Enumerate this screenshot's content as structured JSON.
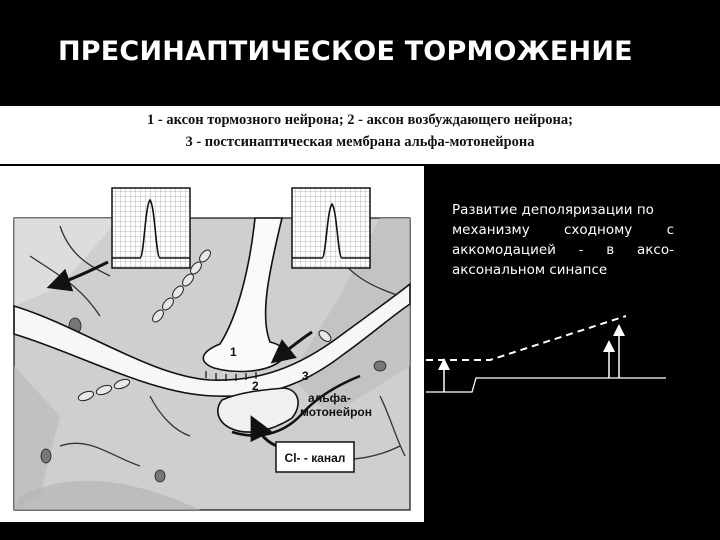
{
  "slide": {
    "title": "ПРЕСИНАПТИЧЕСКОЕ ТОРМОЖЕНИЕ",
    "caption_line1": "1 - аксон тормозного нейрона;  2 - аксон возбуждающего нейрона;",
    "caption_line2": "3 - постсинаптическая мембрана альфа-мотонейрона"
  },
  "figure": {
    "label_1": "1",
    "label_2": "2",
    "label_3": "3",
    "neuron_label_line1": "альфа-",
    "neuron_label_line2": "мотонейрон",
    "channel_label": "Cl- - канал"
  },
  "note": {
    "line1": "Развитие деполяризации по",
    "line2": "механизму сходному с",
    "line3": "аккомодацией - в аксо-",
    "line4": "аксональном синапсе"
  },
  "colors": {
    "background": "#000000",
    "text": "#ffffff",
    "figure_bg": "#ffffff",
    "fill_gray": "#c9c9c9",
    "line": "#111111"
  }
}
